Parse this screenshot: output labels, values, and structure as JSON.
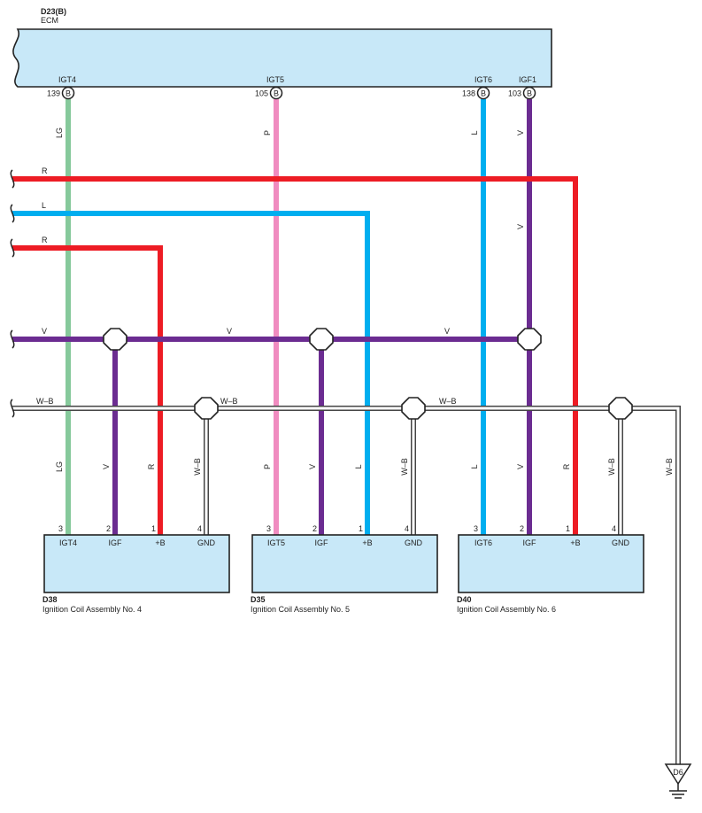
{
  "ecm": {
    "code": "D23(B)",
    "name": "ECM",
    "pins": [
      {
        "num": "139",
        "name": "IGT4",
        "conn": "B"
      },
      {
        "num": "105",
        "name": "IGT5",
        "conn": "B"
      },
      {
        "num": "138",
        "name": "IGT6",
        "conn": "B"
      },
      {
        "num": "103",
        "name": "IGF1",
        "conn": "B"
      }
    ]
  },
  "colors": {
    "LG": "#86c99b",
    "P": "#f08cc0",
    "L": "#00aeef",
    "V": "#6b2c91",
    "R": "#ed1c24",
    "W-B": "#444444"
  },
  "wire_labels": {
    "lg": "LG",
    "p": "P",
    "l": "L",
    "v": "V",
    "r": "R",
    "wb": "W–B"
  },
  "coils": [
    {
      "code": "D38",
      "name": "Ignition Coil Assembly No.  4",
      "pins": [
        {
          "num": "3",
          "name": "IGT4"
        },
        {
          "num": "2",
          "name": "IGF"
        },
        {
          "num": "1",
          "name": "+B"
        },
        {
          "num": "4",
          "name": "GND"
        }
      ]
    },
    {
      "code": "D35",
      "name": "Ignition Coil Assembly No.  5",
      "pins": [
        {
          "num": "3",
          "name": "IGT5"
        },
        {
          "num": "2",
          "name": "IGF"
        },
        {
          "num": "1",
          "name": "+B"
        },
        {
          "num": "4",
          "name": "GND"
        }
      ]
    },
    {
      "code": "D40",
      "name": "Ignition Coil Assembly No.  6",
      "pins": [
        {
          "num": "3",
          "name": "IGT6"
        },
        {
          "num": "2",
          "name": "IGF"
        },
        {
          "num": "1",
          "name": "+B"
        },
        {
          "num": "4",
          "name": "GND"
        }
      ]
    }
  ],
  "ground": {
    "code": "D6"
  }
}
